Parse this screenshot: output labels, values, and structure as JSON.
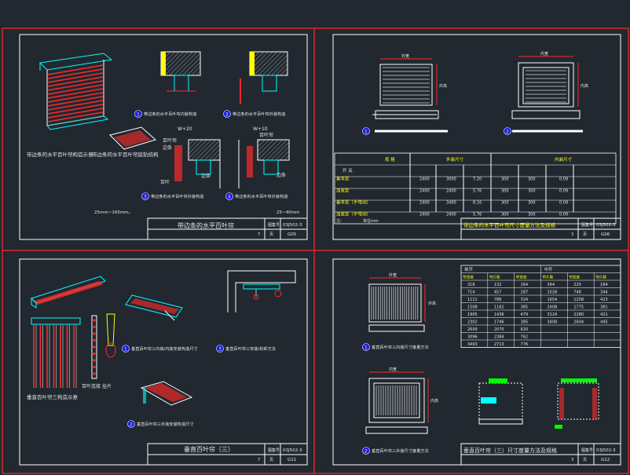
{
  "sheets": [
    {
      "title": "带边条的水平百叶帘",
      "atlas": "03J502-3",
      "page_label": "页",
      "page": "G05",
      "sheet_no": "7",
      "items": [
        {
          "num": "1",
          "label": "带边条的水平百叶帘内装构造"
        },
        {
          "num": "2",
          "label": "带边条的水平百叶帘外装构造"
        },
        {
          "num": "3",
          "label": "带边条的水平百叶帘外装构造"
        },
        {
          "num": "4",
          "label": "带边条的水平百叶帘外装构造"
        }
      ],
      "captions": [
        "带边条的水平百叶帘构造示意",
        "带边条的水平百叶帘底轨结构"
      ],
      "dims": [
        "W+20",
        "W+10",
        "25~40mm"
      ],
      "labels": [
        "百叶帘",
        "边条",
        "百叶",
        "边条",
        "百叶帘",
        "边条"
      ],
      "note": "25mm~165mm。"
    },
    {
      "title": "带边条的水平百叶帘尺寸度量方法及规格",
      "atlas": "03J502-3",
      "page_label": "页",
      "page": "G06",
      "sheet_no": "3",
      "items": [
        {
          "num": "1"
        },
        {
          "num": "2"
        }
      ],
      "dims": [
        "外宽",
        "外高",
        "内宽",
        "内高"
      ],
      "table": {
        "col_groups": [
          "规 格",
          "外装尺寸",
          "内装尺寸"
        ],
        "row_header": "开 关",
        "rows": [
          {
            "label": "基本型",
            "values": [
              "2400",
              "3000",
              "7.20",
              "300",
              "300",
              "0.09"
            ]
          },
          {
            "label": "加宽型",
            "values": [
              "2400",
              "2400",
              "5.76",
              "300",
              "300",
              "0.09"
            ]
          },
          {
            "label": "基本型（手电动）",
            "values": [
              "2400",
              "3400",
              "8.16",
              "300",
              "300",
              "0.09"
            ]
          },
          {
            "label": "加宽型（手电动）",
            "values": [
              "2400",
              "2400",
              "5.76",
              "300",
              "300",
              "0.09"
            ]
          }
        ],
        "note": "注：",
        "unit": "单位mm"
      }
    },
    {
      "title": "垂直百叶帘（三）",
      "atlas": "03J502-3",
      "page_label": "页",
      "page": "G11",
      "sheet_no": "7",
      "items": [
        {
          "num": "1",
          "label": "垂直百叶帘三内装/内装安装构造尺寸"
        },
        {
          "num": "2",
          "label": "垂直百叶帘三外装安装构造尺寸"
        },
        {
          "num": "3",
          "label": "垂直百叶帘三安装/拆卸方法"
        }
      ],
      "captions": [
        "垂直百叶帘三构造示意",
        "百叶连接 挂片"
      ]
    },
    {
      "title": "垂直百叶帘（三）尺寸度量方法及规格",
      "atlas": "03J502-3",
      "page_label": "页",
      "page": "G12",
      "sheet_no": "3",
      "items": [
        {
          "num": "1",
          "label": "垂直百叶帘三内装尺寸度量方法"
        },
        {
          "num": "2",
          "label": "垂直百叶帘三外装尺寸度量方法"
        }
      ],
      "dims": [
        "外宽",
        "外高",
        "内宽",
        "内高"
      ],
      "table": {
        "groups": [
          "单开",
          "中开"
        ],
        "header": [
          "帘宽度",
          "帘片数",
          "帘宽度",
          "帘片数",
          "帘宽度",
          "帘片数"
        ],
        "rows": [
          [
            "318",
            "132",
            "164",
            "344",
            "225",
            "164"
          ],
          [
            "714",
            "457",
            "287",
            "1028",
            "748",
            "344"
          ],
          [
            "1111",
            "786",
            "324",
            "1654",
            "1258",
            "423"
          ],
          [
            "1508",
            "1162",
            "385",
            "2408",
            "1775",
            "381"
          ],
          [
            "1905",
            "1436",
            "479",
            "3124",
            "2280",
            "421"
          ],
          [
            "2302",
            "1746",
            "385",
            "3408",
            "2604",
            "445"
          ],
          [
            "2699",
            "2070",
            "620",
            "",
            "",
            ""
          ],
          [
            "3096",
            "2384",
            "762",
            "",
            "",
            ""
          ],
          [
            "3493",
            "2713",
            "776",
            "",
            "",
            ""
          ]
        ]
      }
    }
  ]
}
